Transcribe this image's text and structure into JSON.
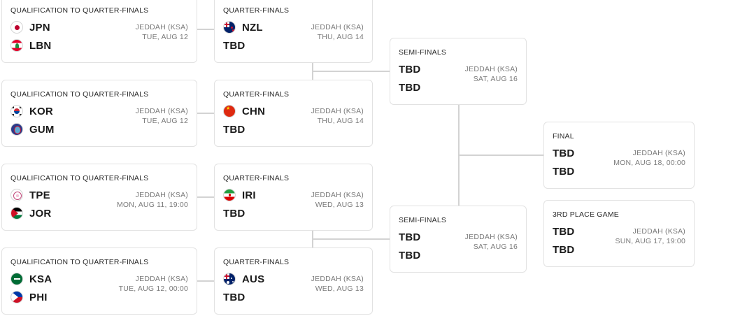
{
  "qualification": [
    {
      "stage": "QUALIFICATION TO QUARTER-FINALS",
      "team1": {
        "code": "JPN",
        "flag": "japan-flag"
      },
      "team2": {
        "code": "LBN",
        "flag": "lebanon-flag"
      },
      "venue": "JEDDAH (KSA)",
      "date": "TUE, AUG 12"
    },
    {
      "stage": "QUALIFICATION TO QUARTER-FINALS",
      "team1": {
        "code": "KOR",
        "flag": "korea-flag"
      },
      "team2": {
        "code": "GUM",
        "flag": "guam-flag"
      },
      "venue": "JEDDAH (KSA)",
      "date": "TUE, AUG 12"
    },
    {
      "stage": "QUALIFICATION TO QUARTER-FINALS",
      "team1": {
        "code": "TPE",
        "flag": "chinese-taipei-flag"
      },
      "team2": {
        "code": "JOR",
        "flag": "jordan-flag"
      },
      "venue": "JEDDAH (KSA)",
      "date": "MON, AUG 11, 19:00"
    },
    {
      "stage": "QUALIFICATION TO QUARTER-FINALS",
      "team1": {
        "code": "KSA",
        "flag": "saudi-arabia-flag"
      },
      "team2": {
        "code": "PHI",
        "flag": "philippines-flag"
      },
      "venue": "JEDDAH (KSA)",
      "date": "TUE, AUG 12, 00:00"
    }
  ],
  "quarter_finals": [
    {
      "stage": "QUARTER-FINALS",
      "team1": {
        "code": "NZL",
        "flag": "new-zealand-flag"
      },
      "team2": {
        "code": "TBD"
      },
      "venue": "JEDDAH (KSA)",
      "date": "THU, AUG 14"
    },
    {
      "stage": "QUARTER-FINALS",
      "team1": {
        "code": "CHN",
        "flag": "china-flag"
      },
      "team2": {
        "code": "TBD"
      },
      "venue": "JEDDAH (KSA)",
      "date": "THU, AUG 14"
    },
    {
      "stage": "QUARTER-FINALS",
      "team1": {
        "code": "IRI",
        "flag": "iran-flag"
      },
      "team2": {
        "code": "TBD"
      },
      "venue": "JEDDAH (KSA)",
      "date": "WED, AUG 13"
    },
    {
      "stage": "QUARTER-FINALS",
      "team1": {
        "code": "AUS",
        "flag": "australia-flag"
      },
      "team2": {
        "code": "TBD"
      },
      "venue": "JEDDAH (KSA)",
      "date": "WED, AUG 13"
    }
  ],
  "semi_finals": [
    {
      "stage": "SEMI-FINALS",
      "team1": {
        "code": "TBD"
      },
      "team2": {
        "code": "TBD"
      },
      "venue": "JEDDAH (KSA)",
      "date": "SAT, AUG 16"
    },
    {
      "stage": "SEMI-FINALS",
      "team1": {
        "code": "TBD"
      },
      "team2": {
        "code": "TBD"
      },
      "venue": "JEDDAH (KSA)",
      "date": "SAT, AUG 16"
    }
  ],
  "final": {
    "stage": "FINAL",
    "team1": {
      "code": "TBD"
    },
    "team2": {
      "code": "TBD"
    },
    "venue": "JEDDAH (KSA)",
    "date": "MON, AUG 18, 00:00"
  },
  "third_place": {
    "stage": "3RD PLACE GAME",
    "team1": {
      "code": "TBD"
    },
    "team2": {
      "code": "TBD"
    },
    "venue": "JEDDAH (KSA)",
    "date": "SUN, AUG 17, 19:00"
  }
}
